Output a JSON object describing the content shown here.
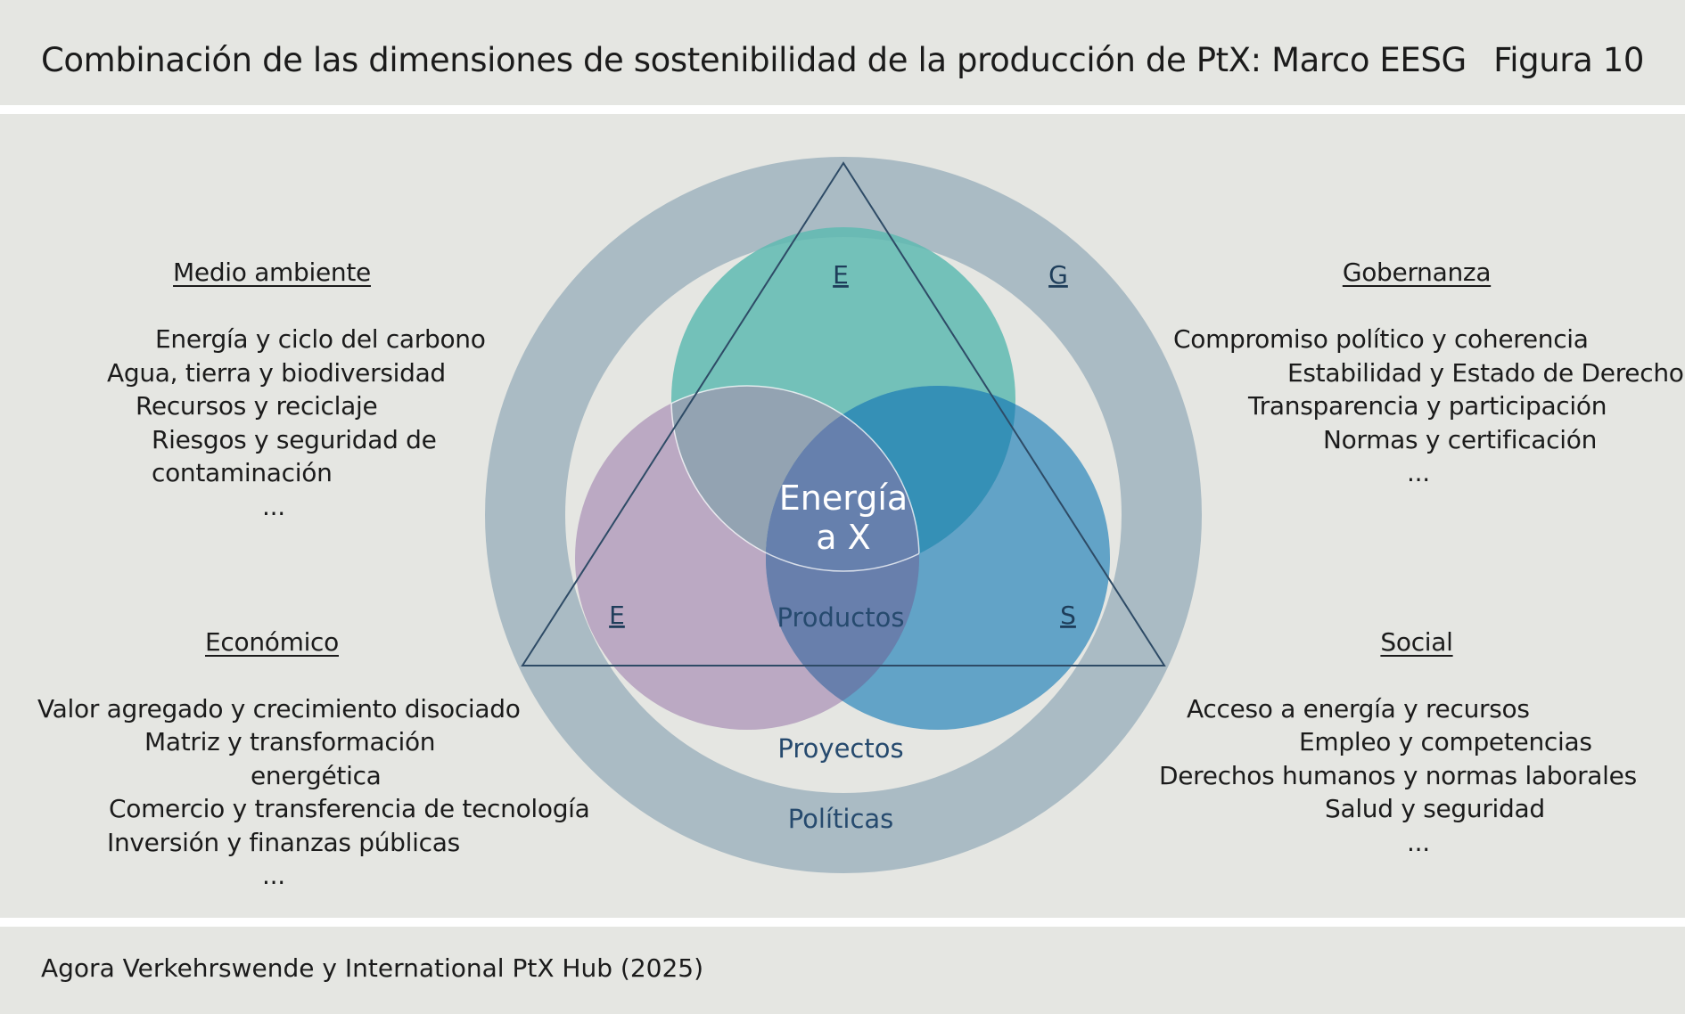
{
  "header": {
    "title": "Combinación de las dimensiones de sostenibilidad de la producción de PtX: Marco EESG",
    "figure_label": "Figura 10"
  },
  "footer": {
    "source": "Agora Verkehrswende y International PtX Hub (2025)"
  },
  "colors": {
    "panel_bg": "#e5e6e2",
    "outer_ring": "#aabbc4",
    "circle_environment": "#5fbab2",
    "circle_economic": "#bba9c3",
    "circle_social": "#4b96c2",
    "overlap_env_econ": "#93a3b2",
    "overlap_env_social": "#3590b6",
    "overlap_econ_social": "#687fac",
    "center": "#6680ad",
    "triangle": "#2e4b66",
    "ring_label": "#264a6e"
  },
  "diagram": {
    "circle_letters": {
      "environment": "E",
      "economic": "E",
      "social": "S",
      "governance": "G"
    },
    "center_label": [
      "Energía",
      "a X"
    ],
    "level_labels": {
      "products": "Productos",
      "projects": "Proyectos",
      "policies": "Políticas"
    }
  },
  "dimensions": {
    "environment": {
      "heading": "Medio ambiente",
      "items": [
        "Energía y ciclo del carbono",
        "Agua, tierra y biodiversidad",
        "Recursos y reciclaje",
        "Riesgos y seguridad de",
        "contaminación",
        "..."
      ]
    },
    "economic": {
      "heading": "Económico",
      "items": [
        "Valor agregado y crecimiento disociado",
        "Matriz y transformación",
        "energética",
        "Comercio y transferencia de tecnología",
        "Inversión y finanzas públicas",
        "..."
      ]
    },
    "governance": {
      "heading": "Gobernanza",
      "items": [
        "Compromiso político y coherencia",
        "Estabilidad y Estado de Derecho",
        "Transparencia y participación",
        "Normas y certificación",
        "..."
      ]
    },
    "social": {
      "heading": "Social",
      "items": [
        "Acceso a energía y recursos",
        "Empleo y competencias",
        "Derechos humanos y normas laborales",
        "Salud y seguridad",
        "..."
      ]
    }
  }
}
